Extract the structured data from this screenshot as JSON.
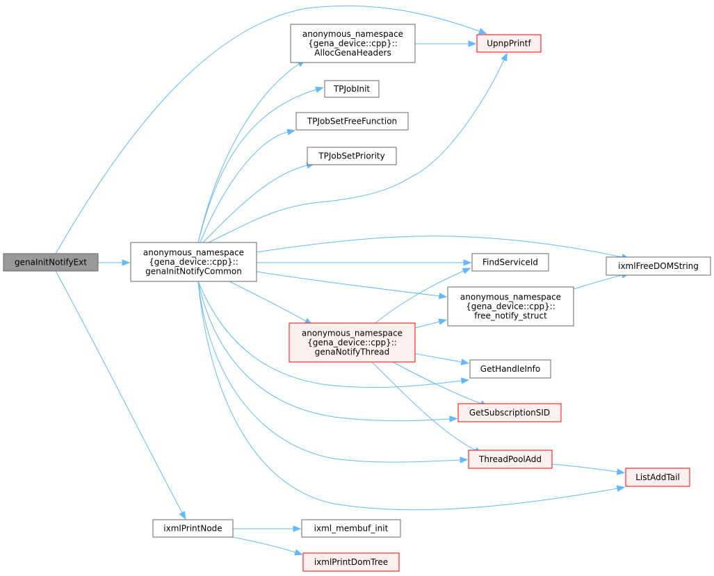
{
  "colors": {
    "edge": "#63b8ff",
    "root_fill": "#999999",
    "root_stroke": "#666666",
    "normal_fill": "#ffffff",
    "normal_stroke": "#666666",
    "truncated_fill": "#fff0f0",
    "truncated_stroke": "#ff0000"
  },
  "nodes": {
    "genaInitNotifyExt": {
      "style": "root",
      "lines": [
        "genaInitNotifyExt"
      ]
    },
    "genaInitNotifyCommon": {
      "style": "normal",
      "lines": [
        "anonymous_namespace",
        "{gena_device::cpp}::",
        "genaInitNotifyCommon"
      ]
    },
    "ixmlPrintNode": {
      "style": "normal",
      "lines": [
        "ixmlPrintNode"
      ]
    },
    "AllocGenaHeaders": {
      "style": "normal",
      "lines": [
        "anonymous_namespace",
        "{gena_device::cpp}::",
        "AllocGenaHeaders"
      ]
    },
    "UpnpPrintf": {
      "style": "truncated",
      "lines": [
        "UpnpPrintf"
      ]
    },
    "TPJobInit": {
      "style": "normal",
      "lines": [
        "TPJobInit"
      ]
    },
    "TPJobSetFreeFunction": {
      "style": "normal",
      "lines": [
        "TPJobSetFreeFunction"
      ]
    },
    "TPJobSetPriority": {
      "style": "normal",
      "lines": [
        "TPJobSetPriority"
      ]
    },
    "FindServiceId": {
      "style": "normal",
      "lines": [
        "FindServiceId"
      ]
    },
    "ixmlFreeDOMString": {
      "style": "normal",
      "lines": [
        "ixmlFreeDOMString"
      ]
    },
    "free_notify_struct": {
      "style": "normal",
      "lines": [
        "anonymous_namespace",
        "{gena_device::cpp}::",
        "free_notify_struct"
      ]
    },
    "genaNotifyThread": {
      "style": "truncated",
      "lines": [
        "anonymous_namespace",
        "{gena_device::cpp}::",
        "genaNotifyThread"
      ]
    },
    "GetHandleInfo": {
      "style": "normal",
      "lines": [
        "GetHandleInfo"
      ]
    },
    "GetSubscriptionSID": {
      "style": "truncated",
      "lines": [
        "GetSubscriptionSID"
      ]
    },
    "ThreadPoolAdd": {
      "style": "truncated",
      "lines": [
        "ThreadPoolAdd"
      ]
    },
    "ListAddTail": {
      "style": "truncated",
      "lines": [
        "ListAddTail"
      ]
    },
    "ixml_membuf_init": {
      "style": "normal",
      "lines": [
        "ixml_membuf_init"
      ]
    },
    "ixmlPrintDomTree": {
      "style": "truncated",
      "lines": [
        "ixmlPrintDomTree"
      ]
    }
  },
  "edges": [
    [
      "genaInitNotifyExt",
      "genaInitNotifyCommon"
    ],
    [
      "genaInitNotifyExt",
      "UpnpPrintf"
    ],
    [
      "genaInitNotifyExt",
      "ixmlPrintNode"
    ],
    [
      "genaInitNotifyCommon",
      "AllocGenaHeaders"
    ],
    [
      "genaInitNotifyCommon",
      "TPJobInit"
    ],
    [
      "genaInitNotifyCommon",
      "TPJobSetFreeFunction"
    ],
    [
      "genaInitNotifyCommon",
      "TPJobSetPriority"
    ],
    [
      "genaInitNotifyCommon",
      "UpnpPrintf"
    ],
    [
      "genaInitNotifyCommon",
      "ixmlFreeDOMString"
    ],
    [
      "genaInitNotifyCommon",
      "FindServiceId"
    ],
    [
      "genaInitNotifyCommon",
      "free_notify_struct"
    ],
    [
      "genaInitNotifyCommon",
      "genaNotifyThread"
    ],
    [
      "genaInitNotifyCommon",
      "GetHandleInfo"
    ],
    [
      "genaInitNotifyCommon",
      "GetSubscriptionSID"
    ],
    [
      "genaInitNotifyCommon",
      "ThreadPoolAdd"
    ],
    [
      "genaInitNotifyCommon",
      "ListAddTail"
    ],
    [
      "AllocGenaHeaders",
      "UpnpPrintf"
    ],
    [
      "free_notify_struct",
      "ixmlFreeDOMString"
    ],
    [
      "genaNotifyThread",
      "FindServiceId"
    ],
    [
      "genaNotifyThread",
      "free_notify_struct"
    ],
    [
      "genaNotifyThread",
      "GetHandleInfo"
    ],
    [
      "genaNotifyThread",
      "GetSubscriptionSID"
    ],
    [
      "genaNotifyThread",
      "ThreadPoolAdd"
    ],
    [
      "ThreadPoolAdd",
      "ListAddTail"
    ],
    [
      "ixmlPrintNode",
      "ixml_membuf_init"
    ],
    [
      "ixmlPrintNode",
      "ixmlPrintDomTree"
    ]
  ]
}
